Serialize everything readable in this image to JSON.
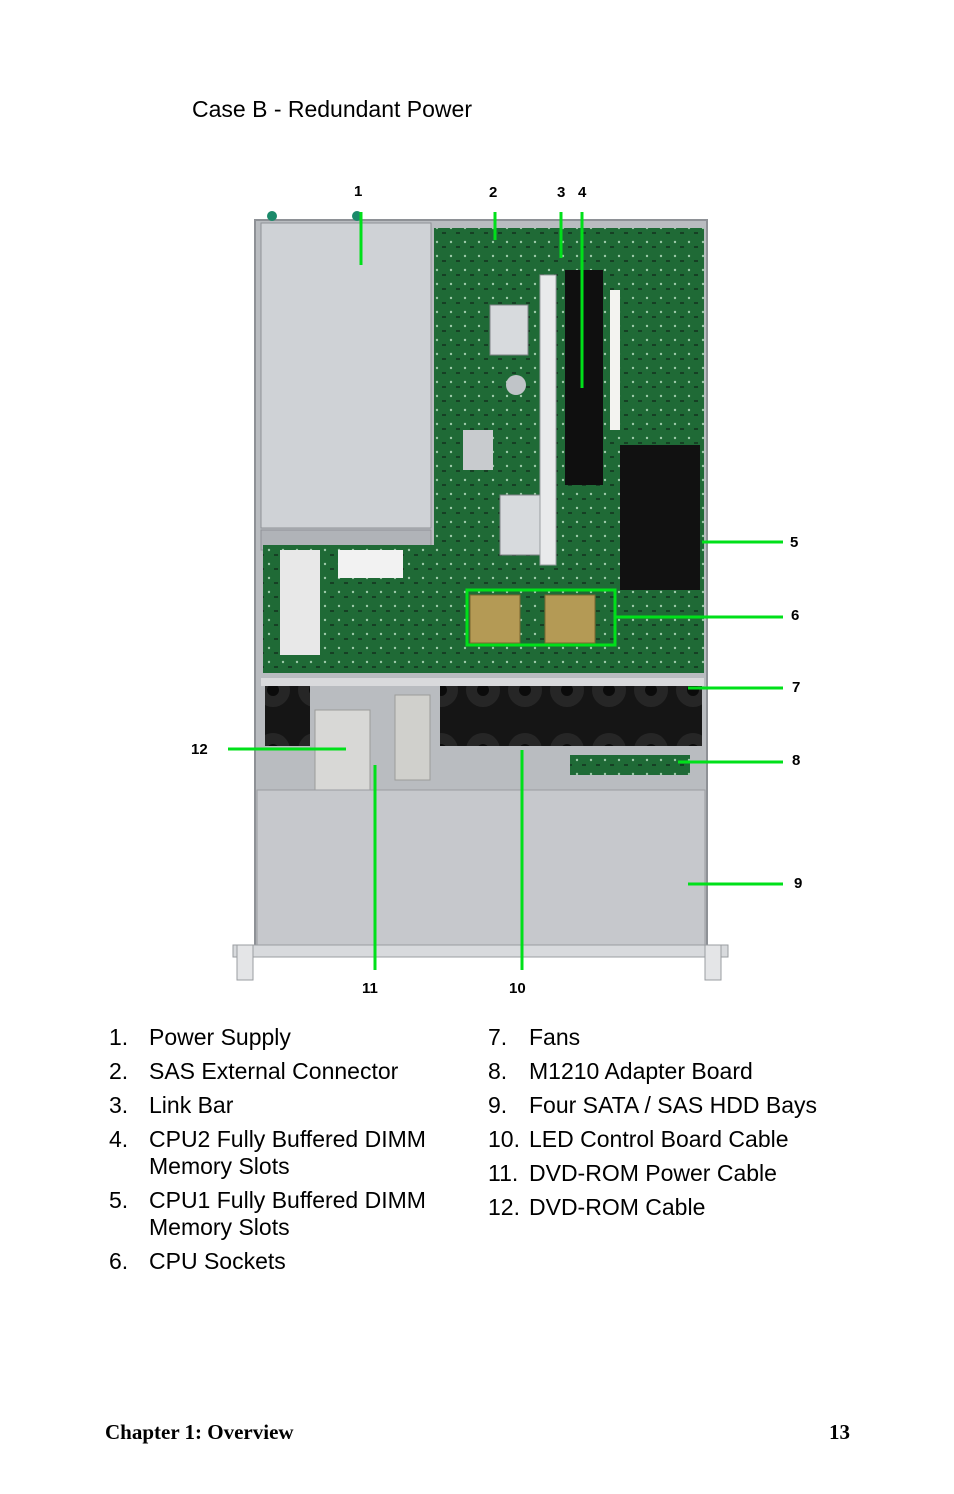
{
  "subtitle": "Case B - Redundant Power",
  "figure": {
    "callouts": [
      "1",
      "2",
      "3",
      "4",
      "5",
      "6",
      "7",
      "8",
      "9",
      "10",
      "11",
      "12"
    ]
  },
  "legend": {
    "left": [
      {
        "num": "1.",
        "text": "Power Supply"
      },
      {
        "num": "2.",
        "text": "SAS External Connector"
      },
      {
        "num": "3.",
        "text": "Link Bar"
      },
      {
        "num": "4.",
        "text": "CPU2 Fully Buffered DIMM Memory Slots"
      },
      {
        "num": "5.",
        "text": "CPU1 Fully Buffered DIMM Memory Slots"
      },
      {
        "num": "6.",
        "text": "CPU Sockets"
      }
    ],
    "right": [
      {
        "num": "7.",
        "text": "Fans"
      },
      {
        "num": "8.",
        "text": "M1210 Adapter Board"
      },
      {
        "num": "9.",
        "text": "Four SATA / SAS HDD Bays"
      },
      {
        "num": "10.",
        "text": "LED Control Board Cable"
      },
      {
        "num": "11.",
        "text": "DVD-ROM Power Cable"
      },
      {
        "num": "12.",
        "text": "DVD-ROM Cable"
      }
    ]
  },
  "footer": {
    "chapter": "Chapter 1: Overview",
    "page": "13"
  },
  "colors": {
    "pointer": "#00e01a",
    "board": "#1f6a36",
    "chassis": "#c9ccd0"
  }
}
